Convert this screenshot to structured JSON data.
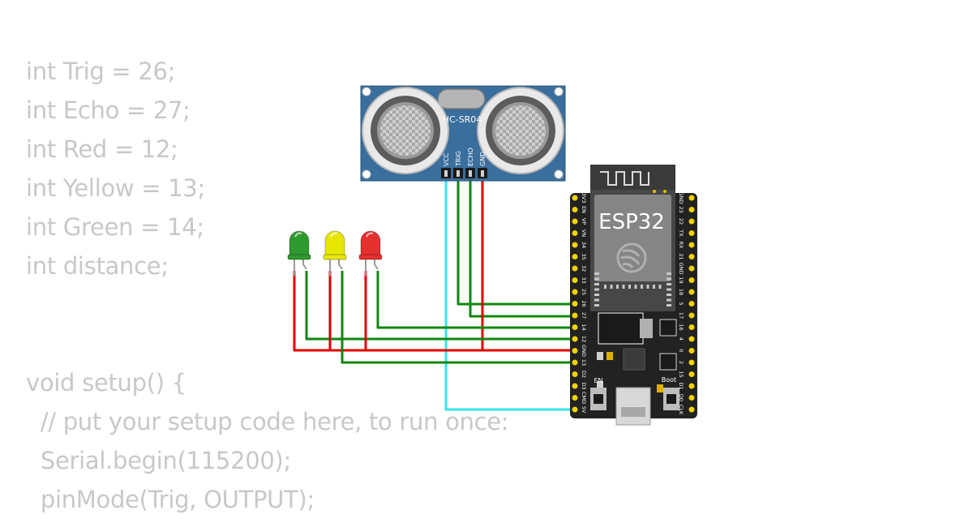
{
  "code_lines": [
    "int Trig = 26;",
    "int Echo = 27;",
    "int Red = 12;",
    "int Yellow = 13;",
    "int Green = 14;",
    "int distance;",
    "",
    "",
    "void setup() {",
    "  // put your setup code here, to run once:",
    "  Serial.begin(115200);",
    "  pinMode(Trig, OUTPUT);"
  ],
  "sensor": {
    "name": "HC-SR04",
    "pins": [
      "VCC",
      "TRIG",
      "ECHO",
      "GND"
    ]
  },
  "board": {
    "name": "ESP32",
    "en_label": "EN",
    "boot_label": "Boot",
    "left_pins": [
      "3V3",
      "EN",
      "VP",
      "VN",
      "34",
      "35",
      "32",
      "33",
      "25",
      "26",
      "27",
      "14",
      "12",
      "GND",
      "13",
      "D2",
      "D3",
      "CMD",
      "5V"
    ],
    "right_pins": [
      "GND",
      "23",
      "22",
      "TX",
      "RX",
      "21",
      "GND",
      "19",
      "18",
      "5",
      "17",
      "16",
      "4",
      "0",
      "2",
      "15",
      "D1",
      "D0",
      "CLK"
    ]
  },
  "leds": [
    {
      "color": "green",
      "hex": "#2e9a2e"
    },
    {
      "color": "yellow",
      "hex": "#e6e600"
    },
    {
      "color": "red",
      "hex": "#e53030"
    }
  ],
  "wire_colors": {
    "power": "#33e6f2",
    "signal": "#0f870f",
    "ground": "#e00000"
  }
}
